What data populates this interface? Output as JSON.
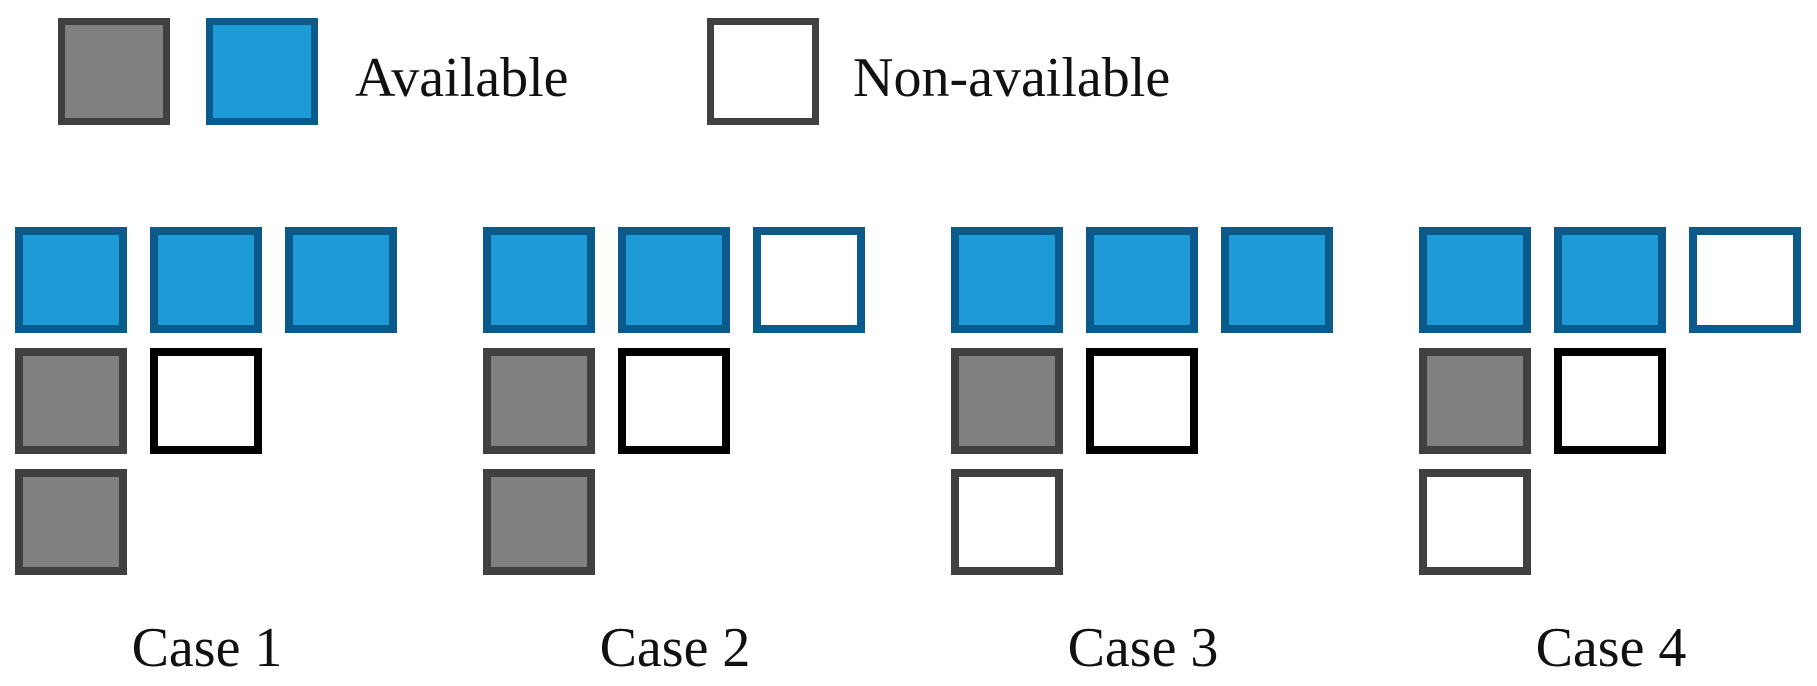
{
  "legend": {
    "available_label": "Available",
    "non_available_label": "Non-available"
  },
  "colors": {
    "blue_fill": "#1E9BD7",
    "blue_border": "#0A5A8C",
    "gray_fill": "#808080",
    "gray_border": "#404040",
    "white_fill": "#FFFFFF",
    "black_border": "#000000"
  },
  "cases": [
    {
      "label": "Case 1",
      "rows": [
        [
          "blue",
          "blue",
          "blue"
        ],
        [
          "gray",
          "empty-black"
        ],
        [
          "gray"
        ]
      ]
    },
    {
      "label": "Case 2",
      "rows": [
        [
          "blue",
          "blue",
          "empty-blue"
        ],
        [
          "gray",
          "empty-black"
        ],
        [
          "gray"
        ]
      ]
    },
    {
      "label": "Case 3",
      "rows": [
        [
          "blue",
          "blue",
          "blue"
        ],
        [
          "gray",
          "empty-black"
        ],
        [
          "empty-gray"
        ]
      ]
    },
    {
      "label": "Case 4",
      "rows": [
        [
          "blue",
          "blue",
          "empty-blue"
        ],
        [
          "gray",
          "empty-black"
        ],
        [
          "empty-gray"
        ]
      ]
    }
  ]
}
